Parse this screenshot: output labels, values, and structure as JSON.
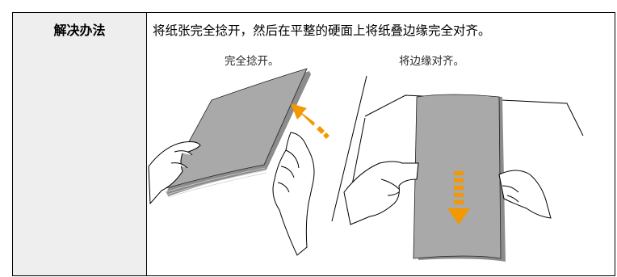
{
  "table": {
    "header_label": "解决办法",
    "instruction": "将纸张完全捻开，然后在平整的硬面上将纸叠边缘完全对齐。"
  },
  "illustration": {
    "left_caption": "完全捻开。",
    "right_caption": "将边缘对齐。",
    "arrow_color": "#f39800",
    "paper_color": "#a9a9a9",
    "paper_shadow_color": "#8c8c8c"
  }
}
